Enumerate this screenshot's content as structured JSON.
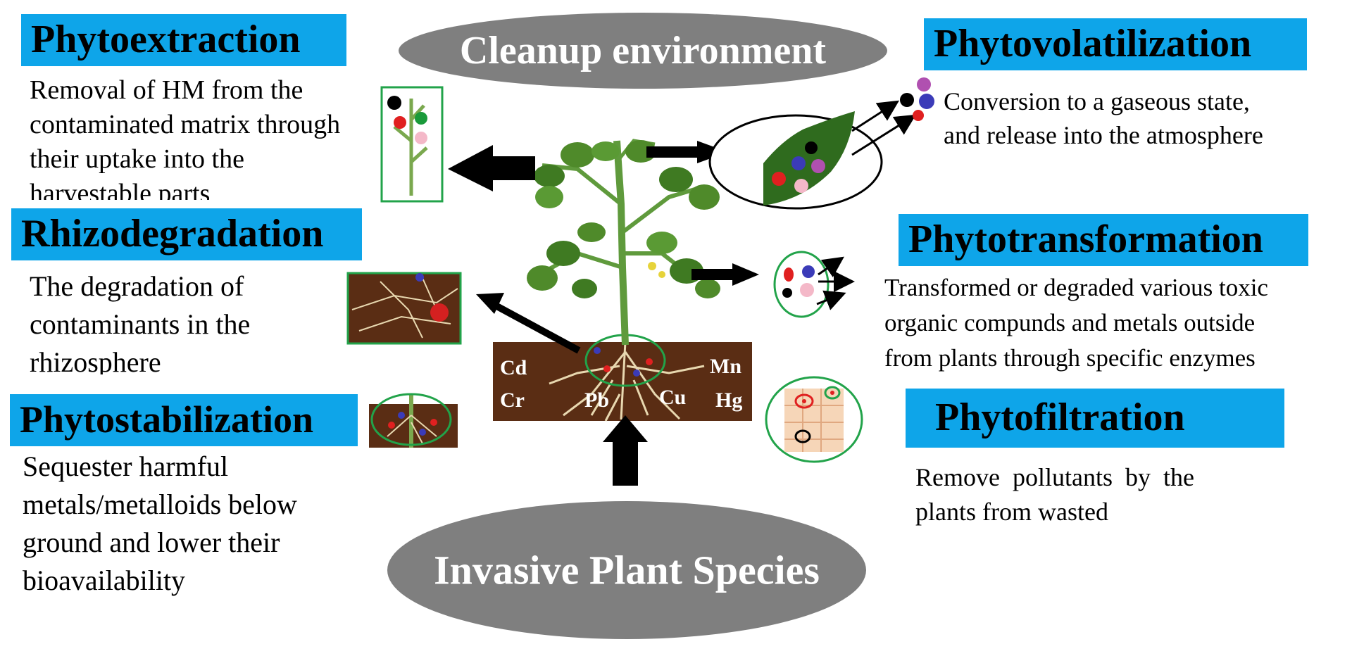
{
  "top_title": "Cleanup environment",
  "bottom_title": "Invasive Plant Species",
  "processes": {
    "phytoextraction": {
      "title": "Phytoextraction",
      "description": "Removal of HM from the\ncontaminated matrix through\ntheir uptake into the\nharvestable parts"
    },
    "rhizodegradation": {
      "title": "Rhizodegradation",
      "description": "The degradation of\ncontaminants in the\nrhizosphere"
    },
    "phytostabilization": {
      "title": "Phytostabilization",
      "description": "Sequester harmful\nmetals/metalloids below\nground and lower their\nbioavailability"
    },
    "phytovolatilization": {
      "title": "Phytovolatilization",
      "description": "Conversion to a gaseous state,\nand release into the atmosphere"
    },
    "phytotransformation": {
      "title": "Phytotransformation",
      "description": "Transformed or degraded various toxic\n organic  compunds and metals outside\nfrom plants through specific enzymes"
    },
    "phytofiltration": {
      "title": "Phytofiltration",
      "description": "Remove  pollutants  by  the\nplants from wasted"
    }
  },
  "metals": [
    "Cd",
    "Cr",
    "Pb",
    "Cu",
    "Mn",
    "Hg"
  ],
  "colors": {
    "header_bg": "#0ea5e9",
    "pill_bg": "#7f7f7f",
    "soil": "#5a2d14",
    "leaf": "#2f6b1e",
    "frame_green": "#22a34a"
  }
}
